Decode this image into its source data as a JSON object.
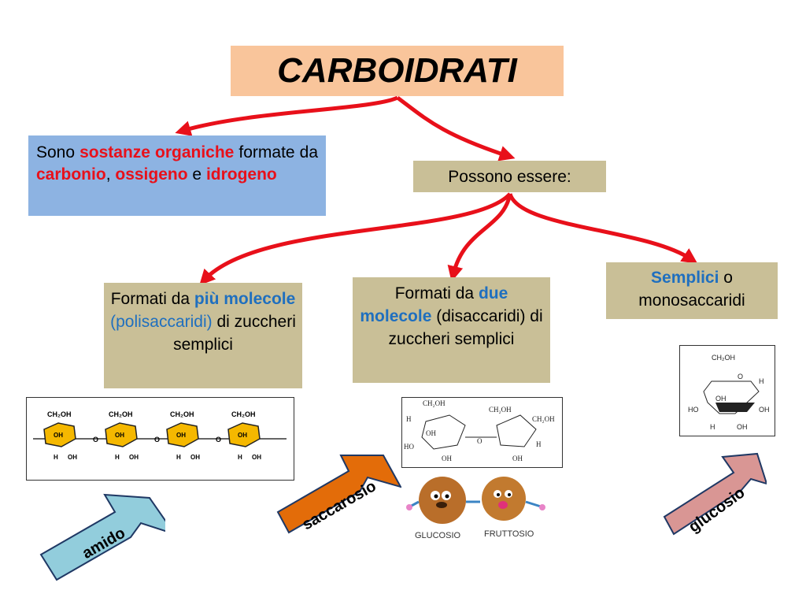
{
  "title": "CARBOIDRATI",
  "definition": {
    "w1": "Sono",
    "w2": "sostanze organiche",
    "w3": "formate da",
    "w4": "carbonio",
    "w5": ",",
    "w6": "ossigeno",
    "w7": "e",
    "w8": "idrogeno"
  },
  "possono": "Possono essere:",
  "box_poli": {
    "a": "Formati da",
    "b": "più molecole",
    "c": "(polisaccaridi)",
    "d": "di zuccheri semplici"
  },
  "box_di": {
    "a": "Formati da",
    "b": "due molecole",
    "c": "(disaccaridi) di zuccheri semplici"
  },
  "box_mono": {
    "a": "Semplici",
    "b": "o monosaccaridi"
  },
  "labels": {
    "amido": "amido",
    "saccarosio": "saccarosio",
    "glucosio": "glucosio",
    "char_gluc": "GLUCOSIO",
    "char_frut": "FRUTTOSIO"
  },
  "colors": {
    "title_bg": "#f9c59b",
    "definition_bg": "#8db3e2",
    "box_bg": "#c9bf97",
    "arrow_red": "#e8101a",
    "amido_arrow": "#92cddc",
    "saccarosio_arrow": "#e36c09",
    "glucosio_arrow": "#d99694"
  }
}
